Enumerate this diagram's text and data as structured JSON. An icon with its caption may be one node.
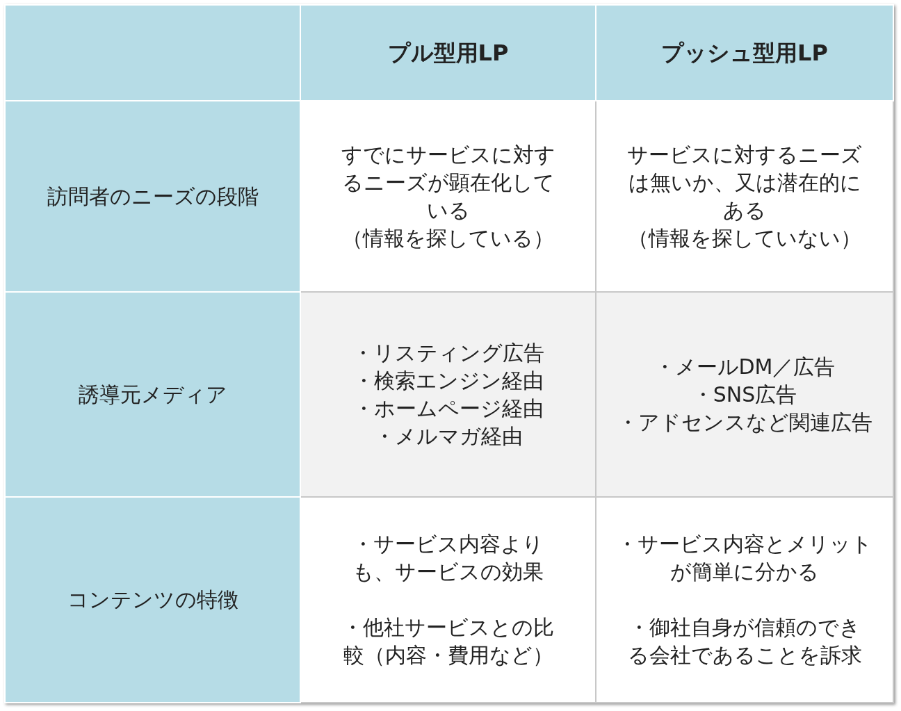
{
  "diagram": {
    "labels": [
      "プル型用LP",
      "プッシュ型用LP",
      "訪問者のニーズの段階",
      "すでにサービスに対するニーズが顕在化している",
      "（情報を探している）",
      "サービスに対するニーズは無いか、又は潜在的にある",
      "（情報を探していない）",
      "誘導元メディア",
      "・リスティング広告",
      "・検索エンジン経由",
      "・ホームページ経由",
      "・メルマガ経由",
      "・メールDM／広告",
      "・SNS広告",
      "・アドセンスなど関連広告",
      "コンテンツの特徴",
      "・サービス内容よりも、サービスの効果",
      "・他社サービスとの比較（内容・費用など）",
      "・サービス内容とメリットが簡単に分かる",
      "・御社自身が信頼のできる会社であることを訴求"
    ]
  }
}
